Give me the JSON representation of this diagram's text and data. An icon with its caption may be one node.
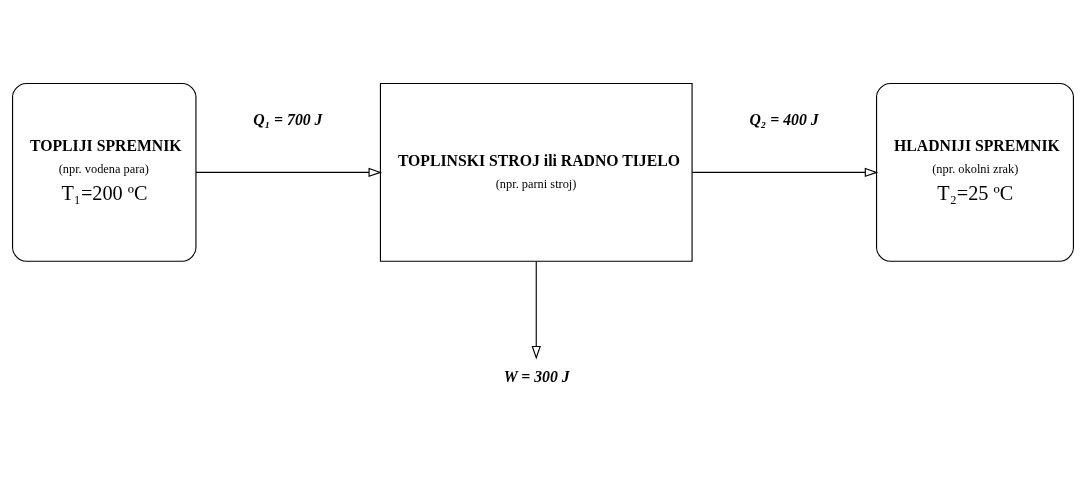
{
  "diagram": {
    "nodes": [
      {
        "text": [
          "TOPLIJI SPREMNIK",
          "(npr. vodena para)",
          "T₁=200 ºC"
        ]
      },
      {
        "text": [
          "TOPLINSKI STROJ ili RADNO TIJELO",
          "(npr. parni stroj)"
        ]
      },
      {
        "text": [
          "HLADNIJI SPREMNIK",
          "(npr. okolni zrak)",
          "T₂=25 ºC"
        ]
      },
      {
        "text": [
          "W = 300 J"
        ]
      }
    ],
    "edges": [
      {
        "from": 0,
        "to": 1,
        "arrow": "to",
        "label": "Q₁ = 700 J"
      },
      {
        "from": 1,
        "to": 2,
        "arrow": "to",
        "label": "Q₂ = 400 J"
      },
      {
        "from": 1,
        "to": 3,
        "arrow": "to"
      }
    ]
  }
}
